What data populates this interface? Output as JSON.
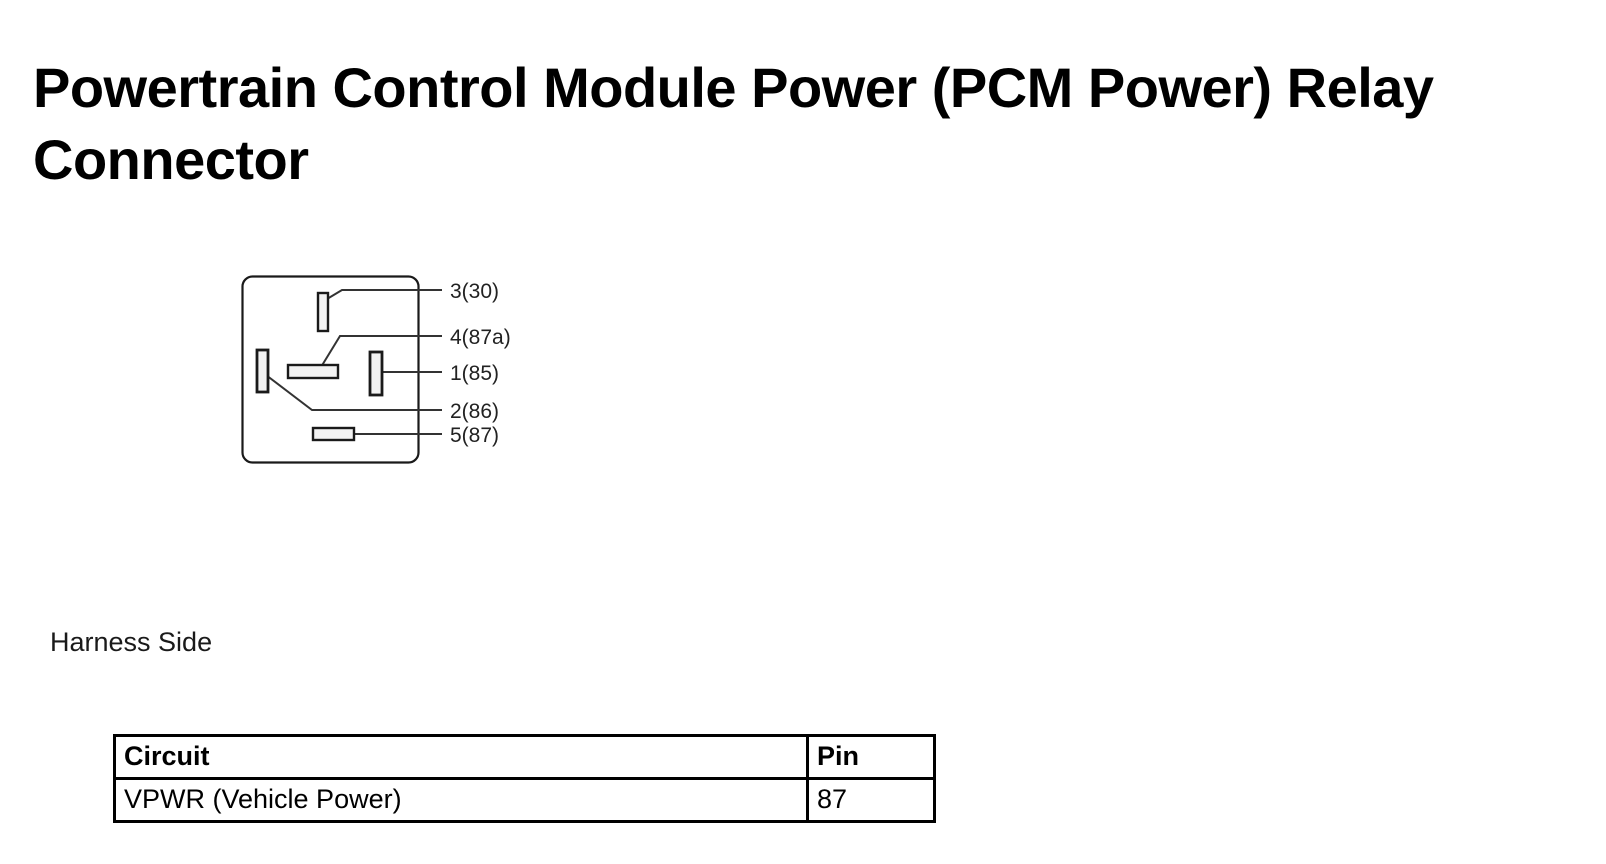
{
  "page": {
    "title": "Powertrain Control Module Power (PCM Power) Relay Connector",
    "background_color": "#ffffff",
    "text_color": "#000000"
  },
  "figure": {
    "caption": "Harness Side",
    "body_outline_color": "#1a1a1a",
    "terminal_fill_color": "#f2f2f2",
    "leader_line_color": "#333333",
    "pin_labels": [
      {
        "id": "pin-3-30",
        "text": "3(30)"
      },
      {
        "id": "pin-4-87a",
        "text": "4(87a)"
      },
      {
        "id": "pin-1-85",
        "text": "1(85)"
      },
      {
        "id": "pin-2-86",
        "text": "2(86)"
      },
      {
        "id": "pin-5-87",
        "text": "5(87)"
      }
    ]
  },
  "table": {
    "headers": [
      "Circuit",
      "Pin"
    ],
    "rows": [
      {
        "circuit": "VPWR (Vehicle Power)",
        "pin": "87"
      }
    ]
  }
}
